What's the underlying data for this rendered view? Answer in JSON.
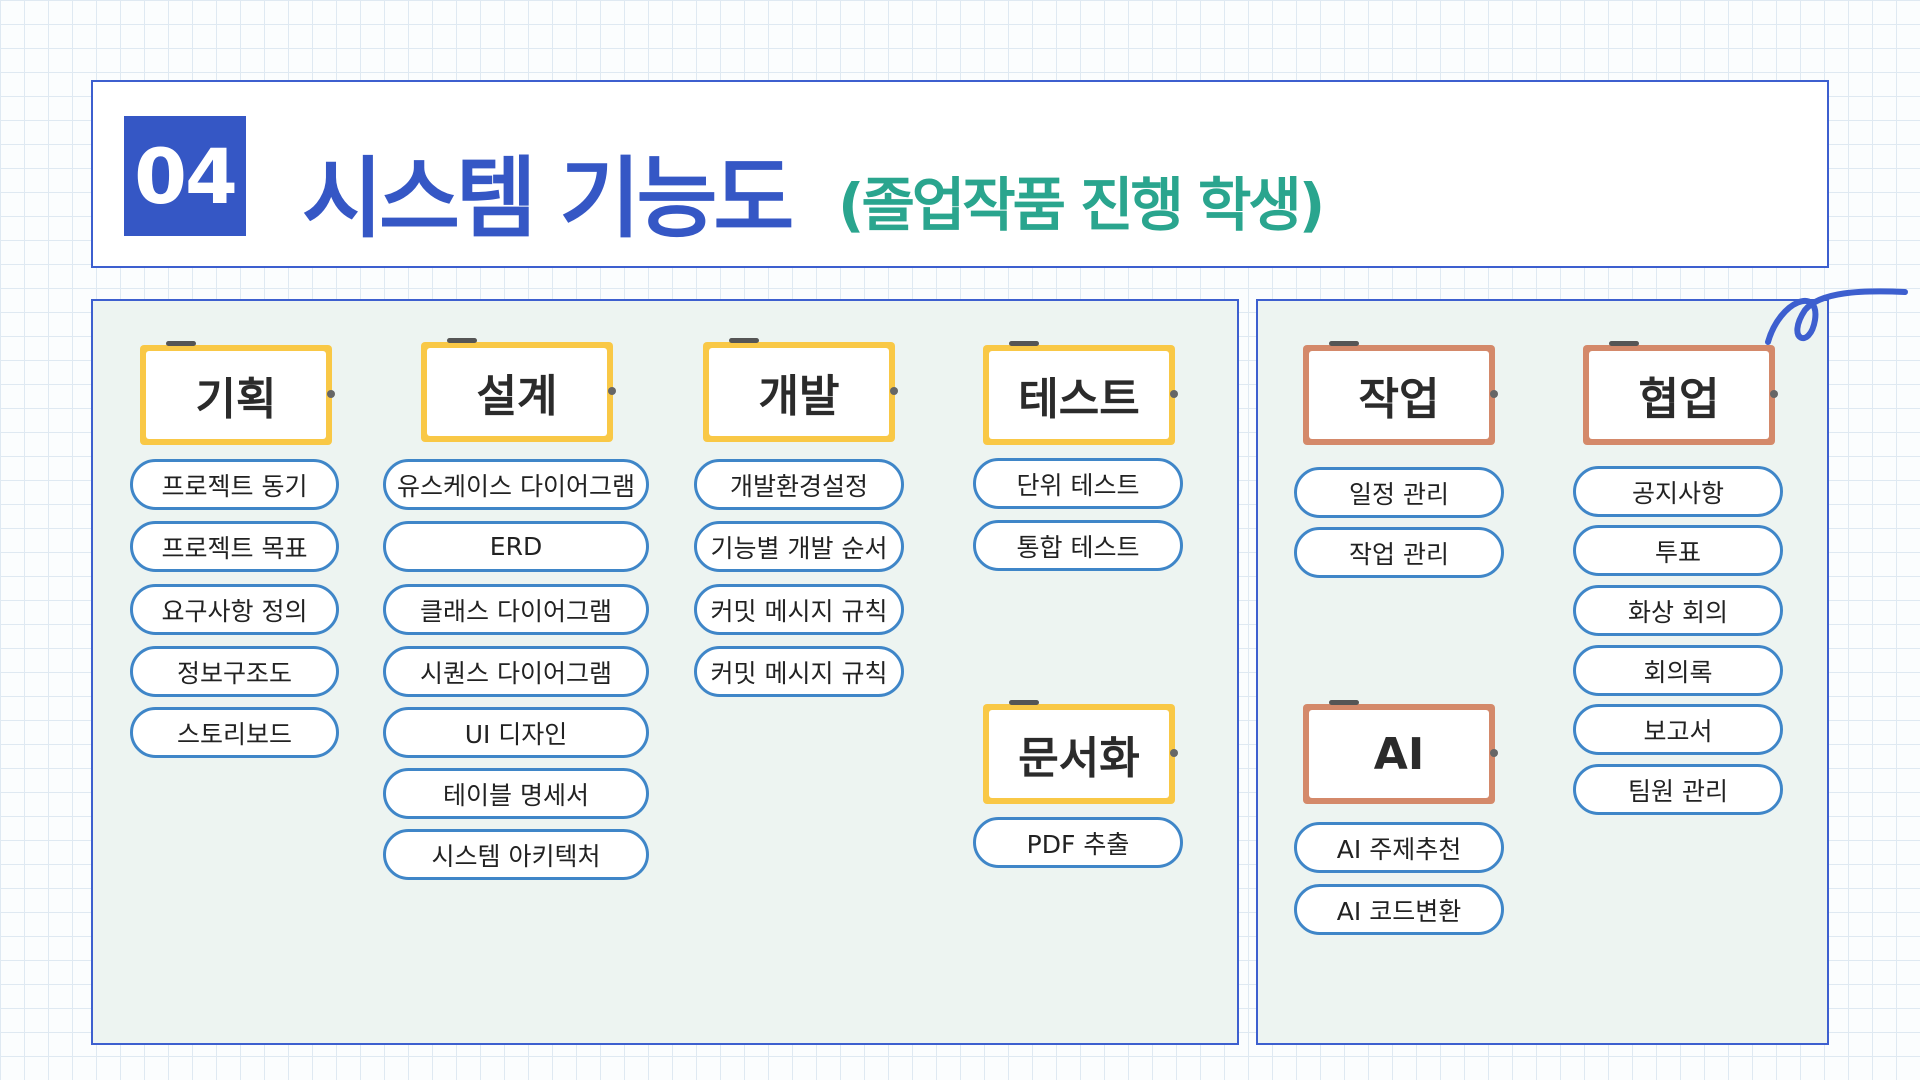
{
  "header": {
    "number": "04",
    "title": "시스템 기능도",
    "subtitle": "(졸업작품 진행 학생)"
  },
  "colors": {
    "blue": "#3557c5",
    "teal": "#2aa58e",
    "yellow": "#f9c846",
    "brown": "#d4896a",
    "pill_border": "#3f86c8"
  },
  "groups": [
    {
      "title": "기획",
      "items": [
        "프로젝트 동기",
        "프로젝트 목표",
        "요구사항 정의",
        "정보구조도",
        "스토리보드"
      ]
    },
    {
      "title": "설계",
      "items": [
        "유스케이스 다이어그램",
        "ERD",
        "클래스 다이어그램",
        "시퀀스 다이어그램",
        "UI 디자인",
        "테이블 명세서",
        "시스템 아키텍처"
      ]
    },
    {
      "title": "개발",
      "items": [
        "개발환경설정",
        "기능별 개발 순서",
        "커밋 메시지 규칙",
        "커밋 메시지 규칙"
      ]
    },
    {
      "title": "테스트",
      "items": [
        "단위 테스트",
        "통합 테스트"
      ]
    },
    {
      "title": "문서화",
      "items": [
        "PDF 추출"
      ]
    },
    {
      "title": "작업",
      "items": [
        "일정 관리",
        "작업 관리"
      ]
    },
    {
      "title": "AI",
      "items": [
        "AI 주제추천",
        "AI 코드변환"
      ]
    },
    {
      "title": "협업",
      "items": [
        "공지사항",
        "투표",
        "화상 회의",
        "회의록",
        "보고서",
        "팀원 관리"
      ]
    }
  ]
}
